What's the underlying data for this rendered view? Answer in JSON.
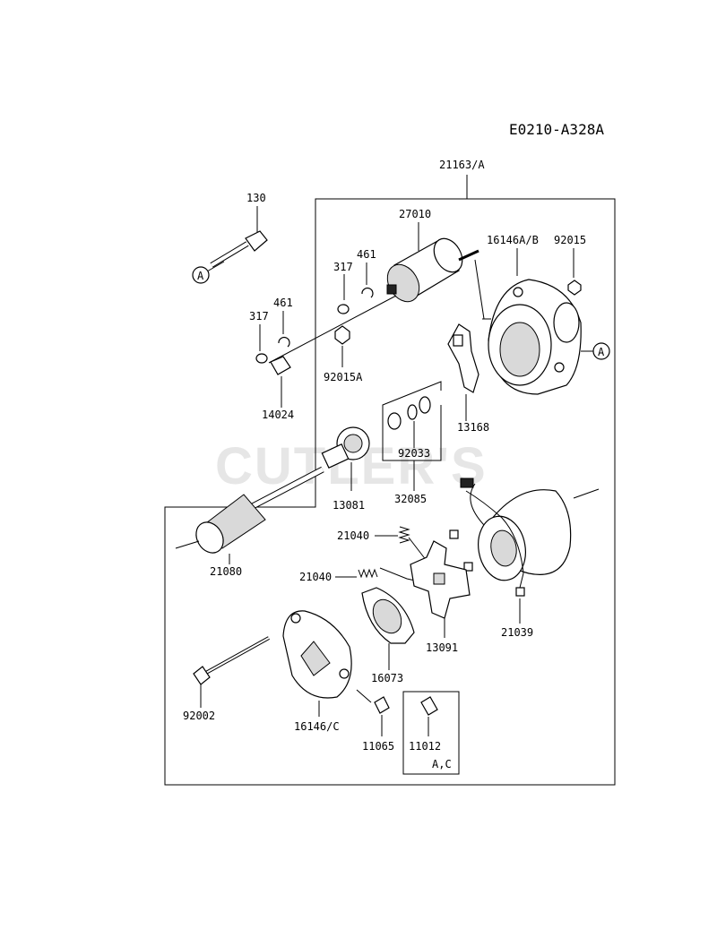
{
  "diagram_code": "E0210-A328A",
  "watermark": "CUTLER'S",
  "parts": {
    "p21163A": "21163/A",
    "p130": "130",
    "p27010": "27010",
    "p16146AB": "16146A/B",
    "p92015": "92015",
    "p461a": "461",
    "p317a": "317",
    "p461b": "461",
    "p317b": "317",
    "p92015A": "92015A",
    "p14024": "14024",
    "p13168": "13168",
    "p92033": "92033",
    "p32085": "32085",
    "p13081": "13081",
    "p21080": "21080",
    "p21040a": "21040",
    "p21040b": "21040",
    "p21039": "21039",
    "p13091": "13091",
    "p16073": "16073",
    "p92002": "92002",
    "p16146C": "16146/C",
    "p11065": "11065",
    "p11012": "11012",
    "p11012sub": "A,C"
  },
  "refs": {
    "circleA": "A"
  }
}
